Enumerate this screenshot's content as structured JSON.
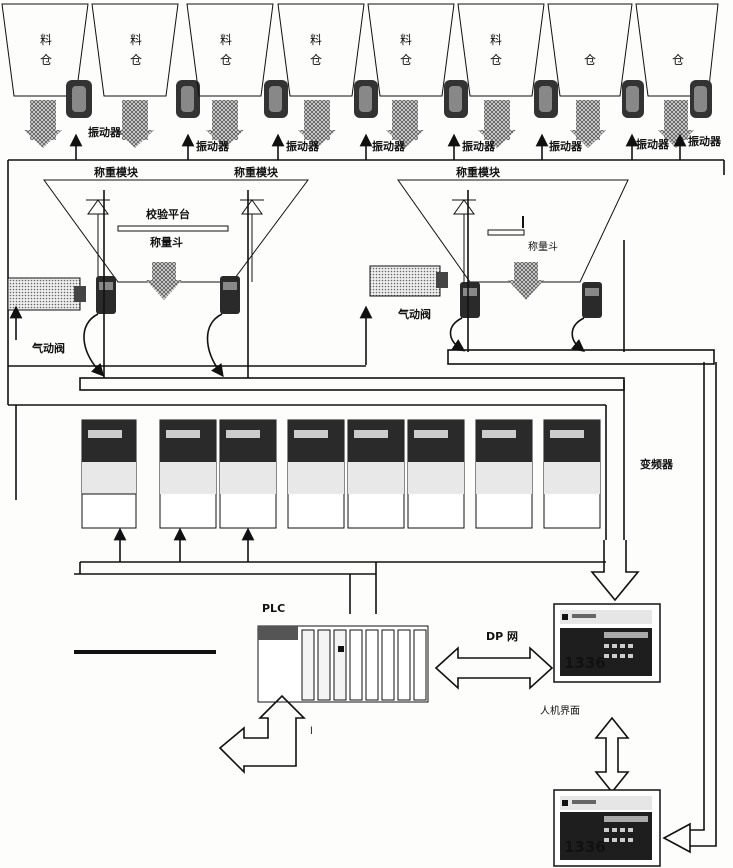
{
  "bins": [
    {
      "line1": "料",
      "line2": "仓"
    },
    {
      "line1": "料",
      "line2": "仓"
    },
    {
      "line1": "料",
      "line2": "仓"
    },
    {
      "line1": "料",
      "line2": "仓"
    },
    {
      "line1": "料",
      "line2": "仓"
    },
    {
      "line1": "料",
      "line2": "仓"
    },
    {
      "line1": "",
      "line2": "仓"
    },
    {
      "line1": "",
      "line2": "仓"
    }
  ],
  "labels": {
    "vibrator": "振动器",
    "weighing_module_1": "称重模块",
    "weighing_module_2": "称重模块",
    "weighing_module_3": "称重模块",
    "calibration_platform": "校验平台",
    "weighing_hopper": "称量斗",
    "weighing_hopper_2": "称量斗",
    "pneumatic_valve_1": "气动阀",
    "pneumatic_valve_2": "气动阀",
    "inverter": "变频器",
    "plc": "PLC",
    "dp_network": "DP 网",
    "operator_panel": "人机界面",
    "panel_display": "1336"
  }
}
